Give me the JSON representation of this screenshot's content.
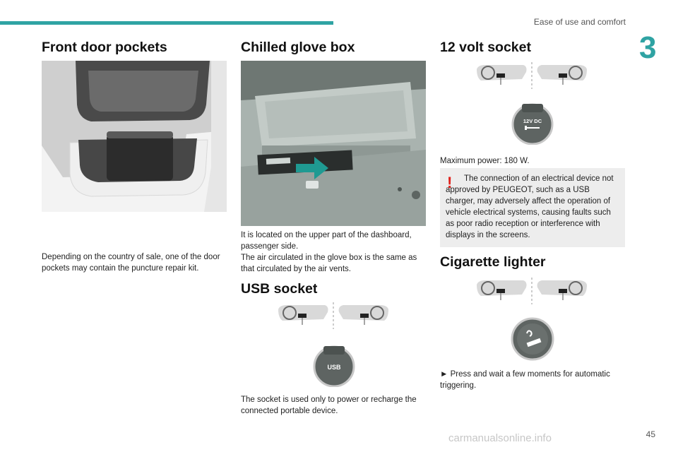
{
  "header": {
    "section": "Ease of use and comfort",
    "chapter": "3"
  },
  "col1": {
    "title": "Front door pockets",
    "body": "Depending on the country of sale, one of the door pockets may contain the puncture repair kit."
  },
  "col2": {
    "glove_title": "Chilled glove box",
    "glove_text1": "It is located on the upper part of the dashboard, passenger side.",
    "glove_text2": "The air circulated in the glove box is the same as that circulated by the air vents.",
    "usb_title": "USB socket",
    "usb_label": "USB",
    "usb_text": "The socket is used only to power or recharge the connected portable device."
  },
  "col3": {
    "socket_title": "12 volt socket",
    "socket_label": "12V DC",
    "max_power": "Maximum power: 180 W.",
    "warning": "The connection of an electrical device not approved by PEUGEOT, such as a USB charger, may adversely affect the operation of vehicle electrical systems, causing faults such as poor radio reception or interference with displays in the screens.",
    "lighter_title": "Cigarette lighter",
    "lighter_step": "► Press and wait a few moments for automatic triggering."
  },
  "footer": {
    "page": "45",
    "watermark": "carmanualsonline.info"
  },
  "colors": {
    "accent": "#2fa3a3",
    "warning": "#e0201a",
    "panel": "#ededed"
  }
}
